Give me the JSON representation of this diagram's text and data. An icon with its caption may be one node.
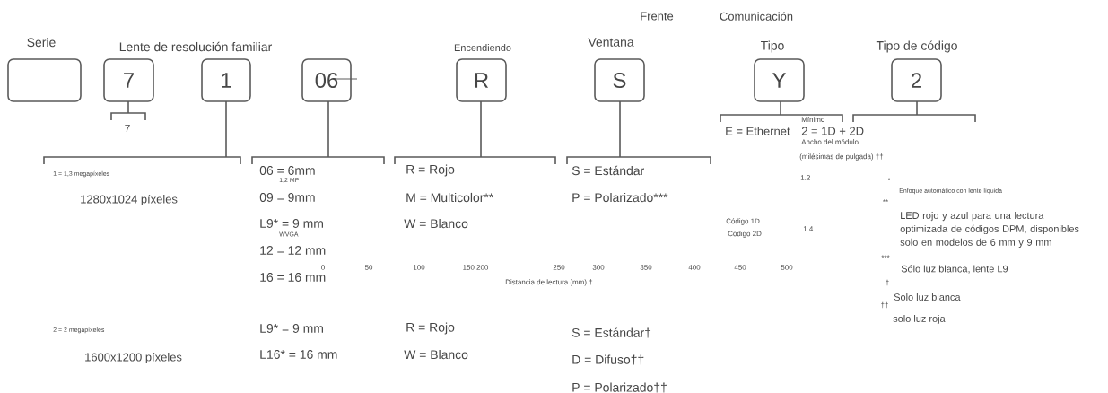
{
  "diagram": {
    "nodes": [
      {
        "text": [],
        "shape": "box",
        "beside": [
          "Serie"
        ]
      },
      {
        "text": [
          "7"
        ]
      },
      {
        "text": [
          "1"
        ]
      },
      {
        "text": [
          "06"
        ]
      },
      {
        "text": [
          "R"
        ],
        "beside": [
          "Encendiendo"
        ]
      },
      {
        "text": [
          "S"
        ],
        "beside": [
          "Frente",
          "Ventana"
        ]
      },
      {
        "text": [
          "Y"
        ],
        "beside": [
          "Comunicación",
          "Tipo"
        ]
      },
      {
        "text": [
          "2"
        ],
        "beside": [
          "Tipo de código"
        ]
      }
    ],
    "edges": [],
    "labels": [
      "Lente de resolución familiar",
      "7",
      "E = Ethernet",
      "2 = 1D + 2D",
      "Mínimo",
      "Ancho del módulo",
      "(milésimas de pulgada) ††",
      "1 = 1,3 megapíxeles",
      "06 = 6mm",
      "1,2 MP",
      "R = Rojo",
      "S = Estándar",
      "1.2",
      "*",
      "Enfoque automático con lente líquida",
      "1280x1024 píxeles",
      "09 = 9mm",
      "M = Multicolor**",
      "P = Polarizado***",
      "**",
      "LED rojo y azul para una lectura optimizada de códigos DPM, disponibles solo en modelos de 6 mm y 9 mm",
      "L9* = 9 mm",
      "WVGA",
      "W = Blanco",
      "Código 1D",
      "Código 2D",
      "1.4",
      "12 = 12 mm",
      "***",
      "Sólo luz blanca, lente L9",
      "0",
      "50",
      "100",
      "150 200",
      "250",
      "300",
      "350",
      "400",
      "450",
      "500",
      "16 = 16 mm",
      "Distancia de lectura (mm) †",
      "†",
      "Solo luz blanca",
      "††",
      "solo luz roja",
      "2 = 2 megapíxeles",
      "L9* = 9 mm",
      "R = Rojo",
      "S = Estándar†",
      "1600x1200 píxeles",
      "L16* = 16 mm",
      "W = Blanco",
      "D = Difuso††",
      "P = Polarizado††"
    ]
  }
}
